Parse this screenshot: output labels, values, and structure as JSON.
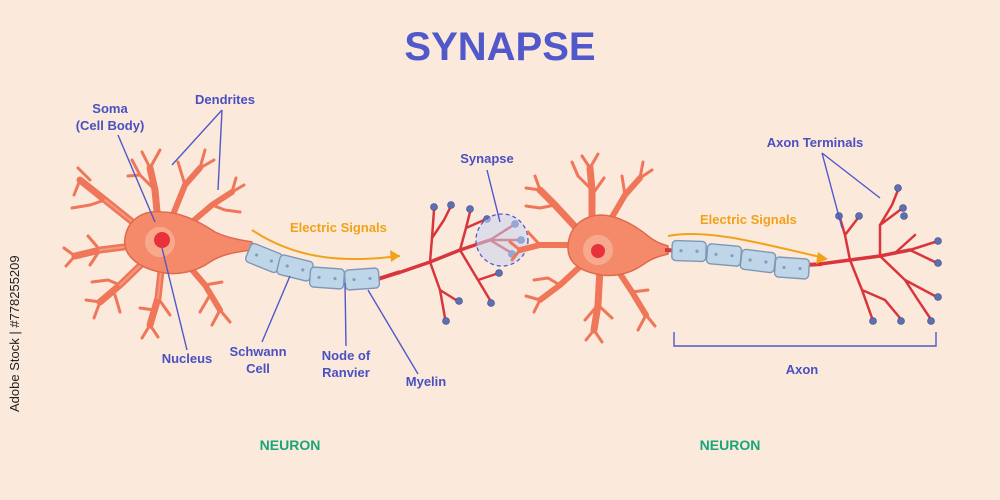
{
  "title": "SYNAPSE",
  "labels": {
    "soma_line1": "Soma",
    "soma_line2": "(Cell Body)",
    "dendrites": "Dendrites",
    "nucleus": "Nucleus",
    "schwann_line1": "Schwann",
    "schwann_line2": "Cell",
    "node_line1": "Node of",
    "node_line2": "Ranvier",
    "myelin": "Myelin",
    "synapse": "Synapse",
    "axon_terminals": "Axon Terminals",
    "axon": "Axon"
  },
  "signals": {
    "left": "Electric Signals",
    "right": "Electric Signals"
  },
  "neurons": {
    "left": "NEURON",
    "right": "NEURON"
  },
  "watermark": "Adobe Stock | #778255209",
  "colors": {
    "background": "#fbe9dc",
    "title": "#5158c9",
    "signal": "#f1a21a",
    "neuron_label": "#19a67a",
    "soma": "#f58a6a",
    "axon": "#d8363c",
    "myelin": "#bfd6e9"
  }
}
